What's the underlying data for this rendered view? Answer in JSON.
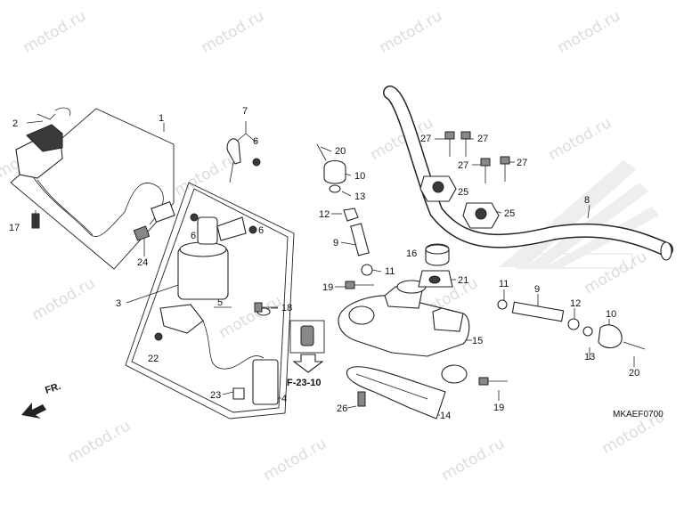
{
  "watermark": "motod.ru",
  "diagram_code": "MKAEF0700",
  "reference_label": "F-23-10",
  "direction_label": "FR.",
  "callouts": [
    {
      "id": "c1",
      "text": "1"
    },
    {
      "id": "c2",
      "text": "2"
    },
    {
      "id": "c3",
      "text": "3"
    },
    {
      "id": "c4",
      "text": "4"
    },
    {
      "id": "c5",
      "text": "5"
    },
    {
      "id": "c6a",
      "text": "6"
    },
    {
      "id": "c6b",
      "text": "6"
    },
    {
      "id": "c6c",
      "text": "6"
    },
    {
      "id": "c7",
      "text": "7"
    },
    {
      "id": "c8",
      "text": "8"
    },
    {
      "id": "c9a",
      "text": "9"
    },
    {
      "id": "c9b",
      "text": "9"
    },
    {
      "id": "c10a",
      "text": "10"
    },
    {
      "id": "c10b",
      "text": "10"
    },
    {
      "id": "c11a",
      "text": "11"
    },
    {
      "id": "c11b",
      "text": "11"
    },
    {
      "id": "c12a",
      "text": "12"
    },
    {
      "id": "c12b",
      "text": "12"
    },
    {
      "id": "c13a",
      "text": "13"
    },
    {
      "id": "c13b",
      "text": "13"
    },
    {
      "id": "c14",
      "text": "14"
    },
    {
      "id": "c15",
      "text": "15"
    },
    {
      "id": "c16",
      "text": "16"
    },
    {
      "id": "c17",
      "text": "17"
    },
    {
      "id": "c18",
      "text": "18"
    },
    {
      "id": "c19a",
      "text": "19"
    },
    {
      "id": "c19b",
      "text": "19"
    },
    {
      "id": "c20a",
      "text": "20"
    },
    {
      "id": "c20b",
      "text": "20"
    },
    {
      "id": "c21",
      "text": "21"
    },
    {
      "id": "c22",
      "text": "22"
    },
    {
      "id": "c23",
      "text": "23"
    },
    {
      "id": "c24",
      "text": "24"
    },
    {
      "id": "c25a",
      "text": "25"
    },
    {
      "id": "c25b",
      "text": "25"
    },
    {
      "id": "c26",
      "text": "26"
    },
    {
      "id": "c27a",
      "text": "27"
    },
    {
      "id": "c27b",
      "text": "27"
    },
    {
      "id": "c27c",
      "text": "27"
    },
    {
      "id": "c27d",
      "text": "27"
    }
  ]
}
